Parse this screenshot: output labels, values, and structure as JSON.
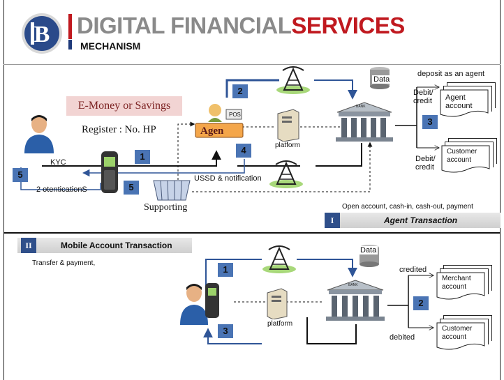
{
  "header": {
    "title_part1": "DIGITAL FINANCIAL",
    "title_part2": "SERVICES",
    "subtitle": "MECHANISM"
  },
  "colors": {
    "accent_red": "#c0191f",
    "title_gray": "#8a8a8a",
    "step_blue": "#4a74b4",
    "arrow_blue": "#2f5597"
  },
  "section1": {
    "emoney_label": "E-Money or Savings",
    "register_label": "Register : No. HP",
    "kyc_label": "KYC",
    "authentication_label": "2 otenticationS",
    "agent_sign": "Agen",
    "pos_label": "POS",
    "platform_label": "platform",
    "data_label": "Data",
    "ussd_label": "USSD & notification",
    "supporting_label": "Supporting",
    "deposit_label": "deposit  as an agent",
    "debit_credit_1": "Debit/\ncredit",
    "debit_credit_2": "Debit/\ncredit",
    "agent_account": "Agent\naccount",
    "customer_account": "Customer\naccount",
    "bank_label": "BANK",
    "services_label": "Open account, cash-in, cash-out, payment",
    "band_number": "I",
    "band_label": "Agent Transaction",
    "steps": {
      "s1": "1",
      "s2": "2",
      "s3": "3",
      "s4": "4",
      "s5a": "5",
      "s5b": "5"
    }
  },
  "section2": {
    "band_number": "II",
    "band_label": "Mobile Account Transaction",
    "transfer_label": "Transfer & payment,",
    "platform_label": "platform",
    "data_label": "Data",
    "bank_label": "BANK",
    "credited_label": "credited",
    "debited_label": "debited",
    "merchant_account": "Merchant\naccount",
    "customer_account": "Customer\naccount",
    "steps": {
      "s1": "1",
      "s2": "2",
      "s3": "3"
    }
  }
}
